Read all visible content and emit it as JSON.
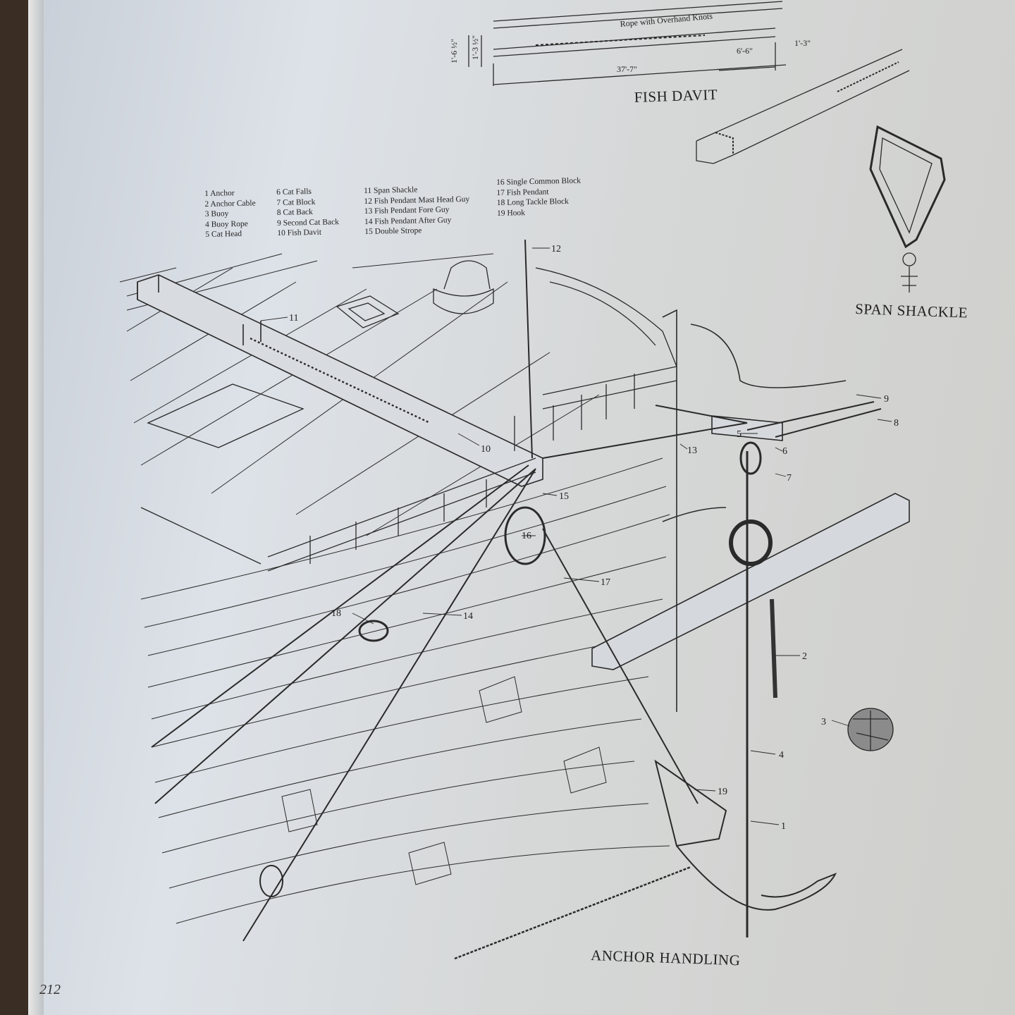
{
  "fish_davit": {
    "title": "FISH DAVIT",
    "rope_note": "Rope with Overhand Knots",
    "dims": {
      "overall_length": "37'-7\"",
      "end_length": "6'-6\"",
      "tip": "1'-3\"",
      "depth": "1'-6 ½\"",
      "width": "1'-3 ½\""
    }
  },
  "span_shackle": {
    "title": "SPAN SHACKLE"
  },
  "main": {
    "title": "ANCHOR HANDLING"
  },
  "legend": {
    "col1": [
      "1 Anchor",
      "2 Anchor Cable",
      "3 Buoy",
      "4 Buoy Rope",
      "5 Cat Head"
    ],
    "col2": [
      "6 Cat Falls",
      "7 Cat Block",
      "8 Cat Back",
      "9 Second Cat Back",
      "10 Fish Davit"
    ],
    "col3": [
      "11 Span Shackle",
      "12 Fish Pendant Mast Head Guy",
      "13 Fish Pendant Fore Guy",
      "14 Fish Pendant After Guy",
      "15 Double Strope"
    ],
    "col4": [
      "16 Single Common Block",
      "17 Fish Pendant",
      "18 Long Tackle Block",
      "19 Hook"
    ]
  },
  "callouts": [
    "1",
    "2",
    "3",
    "4",
    "5",
    "6",
    "7",
    "8",
    "9",
    "10",
    "11",
    "12",
    "13",
    "14",
    "15",
    "16",
    "17",
    "18",
    "19"
  ],
  "page_number": "212"
}
